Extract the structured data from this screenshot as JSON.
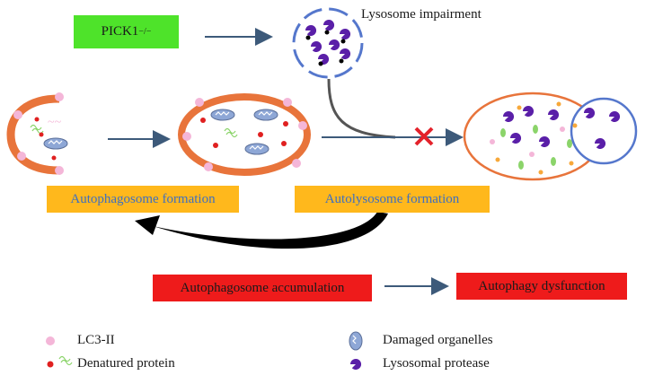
{
  "top": {
    "gene": "PICK1",
    "gene_sup": "−/−",
    "lysosome_label": "Lysosome impairment"
  },
  "stages": {
    "autophagosome_formation": "Autophagosome formation",
    "autolysosome_formation": "Autolysosome formation",
    "accumulation": "Autophagosome accumulation",
    "dysfunction": "Autophagy dysfunction"
  },
  "legend": {
    "lc3": "LC3-II",
    "denatured": "Denatured protein",
    "damaged": "Damaged organelles",
    "protease": "Lysosomal protease"
  },
  "colors": {
    "membrane": "#e8743b",
    "lc3": "#f4b6d8",
    "denatured": "#e02020",
    "organelle": "#8ea7d6",
    "protease": "#5a1fa8",
    "arrow": "#3d5a7a",
    "cross": "#e4222b",
    "green_box": "#4ee32a",
    "orange_box": "#ffb81c",
    "red_box": "#ee1b1b"
  }
}
